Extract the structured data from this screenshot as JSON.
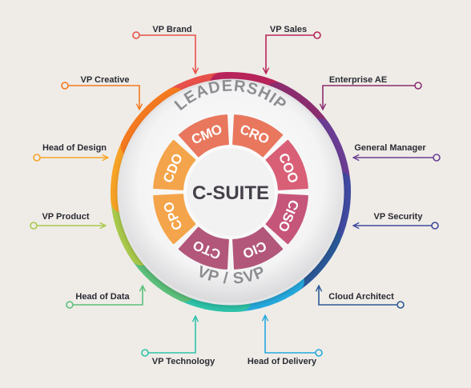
{
  "center_title": "C-SUITE",
  "arc_top": "LEADERSHIP",
  "arc_bottom": "VP / SVP",
  "roles": [
    {
      "label": "CMO",
      "color": "#e8775e"
    },
    {
      "label": "CRO",
      "color": "#e8775e"
    },
    {
      "label": "COO",
      "color": "#d95f76"
    },
    {
      "label": "CISO",
      "color": "#c6557a"
    },
    {
      "label": "CIO",
      "color": "#b2577a"
    },
    {
      "label": "CTO",
      "color": "#b2577a"
    },
    {
      "label": "CPO",
      "color": "#f4a44a"
    },
    {
      "label": "CDO",
      "color": "#f4a44a"
    }
  ],
  "positions": [
    {
      "label": "VP Brand",
      "color": "#e8504a"
    },
    {
      "label": "VP Sales",
      "color": "#b8245a"
    },
    {
      "label": "Enterprise AE",
      "color": "#8b2d6f"
    },
    {
      "label": "General Manager",
      "color": "#6a3d93"
    },
    {
      "label": "VP Security",
      "color": "#3f4aa1"
    },
    {
      "label": "Cloud Architect",
      "color": "#2a5897"
    },
    {
      "label": "Head of Delivery",
      "color": "#25a9dc"
    },
    {
      "label": "VP Technology",
      "color": "#2ec3a9"
    },
    {
      "label": "Head of Data",
      "color": "#5bbf7a"
    },
    {
      "label": "VP Product",
      "color": "#a9c84b"
    },
    {
      "label": "Head of Design",
      "color": "#f7a326"
    },
    {
      "label": "VP Creative",
      "color": "#f47a20"
    }
  ]
}
